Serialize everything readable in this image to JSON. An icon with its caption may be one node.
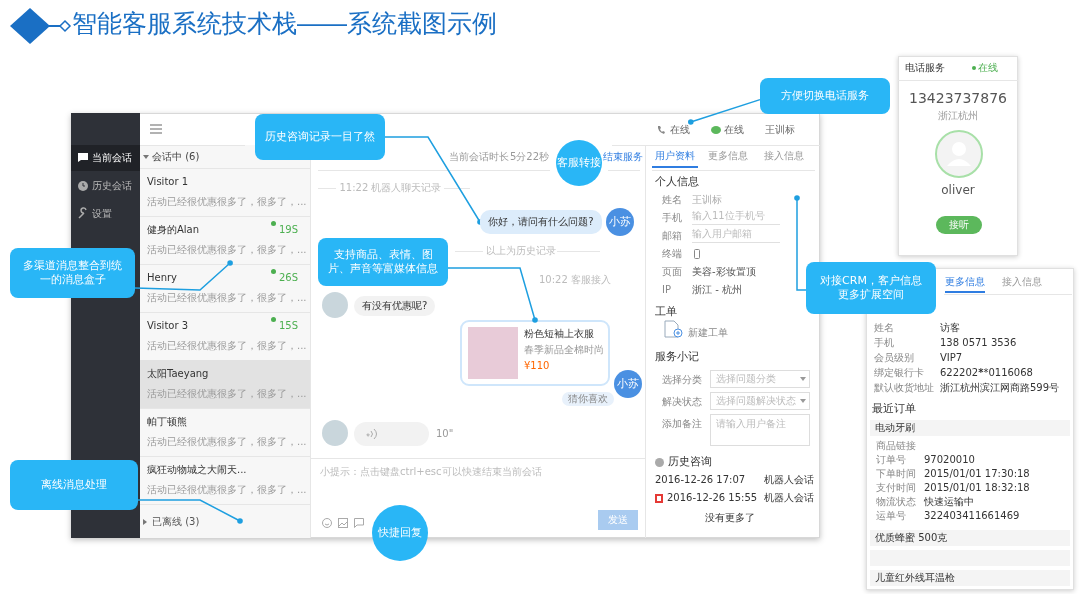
{
  "diagram": {
    "title": "智能客服系统技术栈——系统截图示例",
    "nodes": [
      {
        "text": [
          "方便切换电话服务"
        ]
      },
      {
        "text": [
          "历史咨询记录一目了然"
        ]
      },
      {
        "text": [
          "客服转接"
        ]
      },
      {
        "text": [
          "支持商品、表情、图片、声音等富媒体信息"
        ]
      },
      {
        "text": [
          "多渠道消息整合到统一的消息盒子"
        ]
      },
      {
        "text": [
          "对接CRM，客户信息更多扩展空间"
        ]
      },
      {
        "text": [
          "离线消息处理"
        ]
      },
      {
        "text": [
          "快捷回复"
        ]
      },
      {
        "text": [
          "在线"
        ]
      },
      {
        "text": [
          "你好，请问有什么问题?"
        ]
      },
      {
        "text": [
          "粉色短袖上衣服",
          "春季新品全棉时尚",
          "¥110"
        ]
      },
      {
        "text": [
          "健身的Alan",
          "19S",
          "活动已经很优惠很多了，很多了，..."
        ]
      }
    ],
    "edges": [
      {
        "from": 0,
        "to": 8,
        "arrow": "other"
      },
      {
        "from": 1,
        "to": 9,
        "arrow": "other"
      },
      {
        "from": 3,
        "to": 10,
        "arrow": "other"
      },
      {
        "from": 4,
        "to": 11,
        "arrow": "other"
      },
      {
        "from": 5,
        "to": null,
        "arrow": "other"
      },
      {
        "from": 6,
        "to": null,
        "arrow": "other"
      }
    ],
    "labels": [
      "当前会话",
      "历史会话",
      "设置",
      "在线",
      "王训标",
      "会话中 (6)",
      "Visitor 1",
      "活动已经很优惠很多了，很多了，...",
      "Henry",
      "26S",
      "活动已经很优惠很多了，很多了，...",
      "Visitor 3",
      "15S",
      "活动已经很优惠很多了，很多了，...",
      "太阳Taeyang",
      "活动已经很优惠很多了，很多了，...",
      "帕丁顿熊",
      "活动已经很优惠很多了，很多了，...",
      "疯狂动物城之大闹天...",
      "活动已经很优惠很多了，很多了，...",
      "已离线 (3)",
      "当前会话时长",
      "5分22秒",
      "结束服务",
      "11:22 机器人聊天记录",
      "小苏",
      "以上为历史记录",
      "10:22 客服接入",
      "有没有优惠呢?",
      "小苏",
      "猜你喜欢",
      "10\"",
      "小提示：点击键盘ctrl+esc可以快速结束当前会话",
      "发送",
      "用户资料",
      "更多信息",
      "接入信息",
      "个人信息",
      "姓名",
      "王训标",
      "手机",
      "输入11位手机号",
      "邮箱",
      "输入用户邮箱",
      "终端",
      "页面",
      "美容-彩妆置顶",
      "IP",
      "浙江 - 杭州",
      "工单",
      "新建工单",
      "服务小记",
      "选择分类",
      "选择问题分类",
      "解决状态",
      "选择问题解决状态",
      "添加备注",
      "请输入用户备注",
      "历史咨询",
      "2016-12-26 17:07",
      "机器人会话",
      "2016-12-26 15:55",
      "机器人会话",
      "没有更多了",
      "电话服务",
      "在线",
      "13423737876",
      "浙江杭州",
      "oliver",
      "接听",
      "更多信息",
      "接入信息",
      "姓名",
      "访客",
      "手机",
      "138 0571 3536",
      "会员级别",
      "VIP7",
      "绑定银行卡",
      "622202******0116068",
      "默认收货地址",
      "浙江杭州滨江网商路599号",
      "最近订单",
      "电动牙刷",
      "商品链接",
      "订单号",
      "97020010",
      "下单时间",
      "2015/01/01 17:30:18",
      "支付时间",
      "2015/01/01 18:32:18",
      "物流状态",
      "快速运输中",
      "运单号",
      "322403411661469",
      "优质蜂蜜 500克",
      "儿童红外线耳温枪"
    ]
  }
}
